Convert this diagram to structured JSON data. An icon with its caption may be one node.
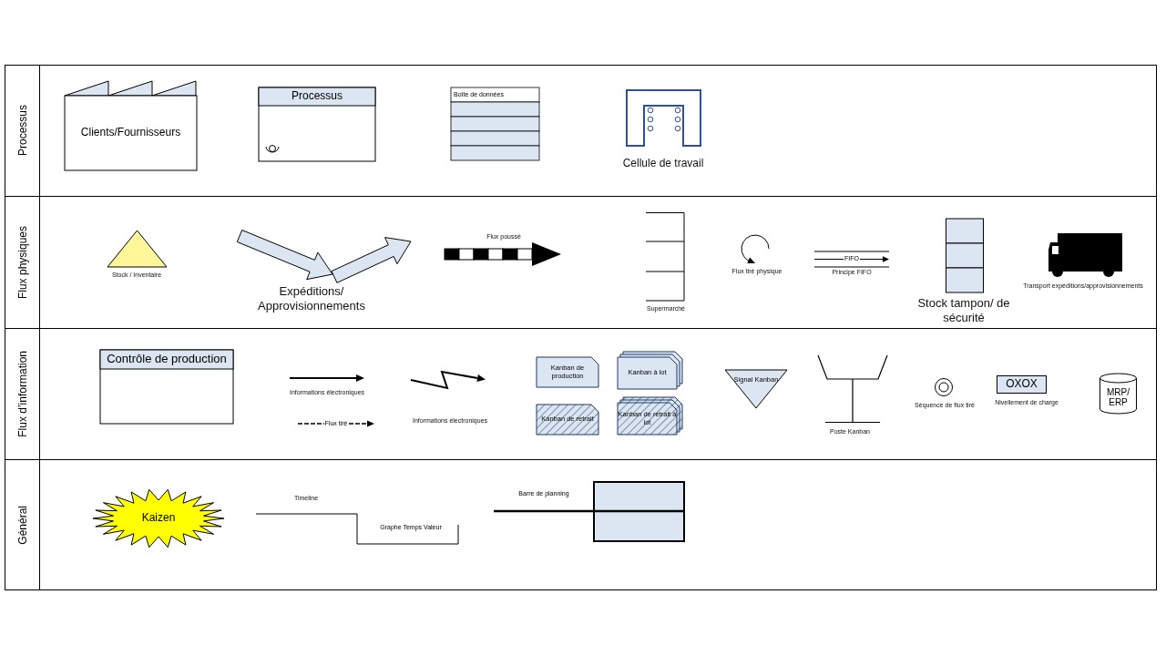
{
  "diagram": {
    "nodes": [
      {
        "text": [
          "Processus"
        ]
      },
      {
        "text": [
          "Clients/Fournisseurs"
        ],
        "in": 0
      },
      {
        "text": [
          "Processus"
        ],
        "in": 0
      },
      {
        "text": [
          "Boîte de données"
        ],
        "in": 0
      },
      {
        "text": [],
        "shape": "cell",
        "beside": [
          "Cellule de travail"
        ],
        "in": 0
      },
      {
        "text": [
          "Flux physiques"
        ]
      },
      {
        "text": [],
        "shape": "triangle",
        "beside": [
          "Stock / Inventaire"
        ],
        "in": 5
      },
      {
        "text": [],
        "shape": "block-arrow",
        "beside": [
          "Expéditions/ Approvisionnements"
        ],
        "in": 5
      },
      {
        "text": [],
        "shape": "striped-arrow",
        "beside": [
          "Flux poussé"
        ],
        "in": 5
      },
      {
        "text": [],
        "shape": "shelf",
        "beside": [
          "Supermarché"
        ],
        "in": 5
      },
      {
        "text": [],
        "shape": "loop",
        "beside": [
          "Flux tiré physique"
        ],
        "in": 5
      },
      {
        "text": [
          "FIFO"
        ],
        "beside": [
          "Principe FIFO"
        ],
        "in": 5
      },
      {
        "text": [],
        "shape": "stack",
        "beside": [
          "Stock tampon/ de sécurité"
        ],
        "in": 5
      },
      {
        "text": [],
        "shape": "truck",
        "beside": [
          "Transport expéditions/approvisionnements"
        ],
        "in": 5
      },
      {
        "text": [
          "Flux d’information"
        ]
      },
      {
        "text": [
          "Contrôle de production"
        ],
        "in": 14
      },
      {
        "text": [],
        "shape": "arrow",
        "beside": [
          "Informations électroniques"
        ],
        "in": 14
      },
      {
        "text": [],
        "shape": "zigzag",
        "in": 14
      },
      {
        "text": [
          "Flux tiré"
        ],
        "in": 14
      },
      {
        "text": [
          "Kanban de production"
        ],
        "in": 14
      },
      {
        "text": [
          "Kanban à lot"
        ],
        "in": 14
      },
      {
        "text": [
          "Kanban de retrait"
        ],
        "in": 14
      },
      {
        "text": [
          "Kanban de retrait à lot"
        ],
        "in": 14
      },
      {
        "text": [
          "Signal Kanban"
        ],
        "in": 14
      },
      {
        "text": [],
        "shape": "post",
        "beside": [
          "Poste Kanban"
        ],
        "in": 14
      },
      {
        "text": [],
        "shape": "circle",
        "beside": [
          "Séquence de flux tiré"
        ],
        "in": 14
      },
      {
        "text": [
          "OXOX"
        ],
        "beside": [
          "Nivellement de charge"
        ],
        "in": 14
      },
      {
        "text": [
          "MRP/ ERP"
        ],
        "in": 14
      },
      {
        "text": [
          "Général"
        ]
      },
      {
        "text": [
          "Kaizen"
        ],
        "in": 28
      },
      {
        "text": [
          "Graphe Temps Valeur"
        ],
        "beside": [
          "Timeline"
        ],
        "in": 28
      },
      {
        "text": [
          "Barre de planning"
        ],
        "in": 28
      }
    ],
    "labels": [
      "Informations électroniques"
    ]
  }
}
